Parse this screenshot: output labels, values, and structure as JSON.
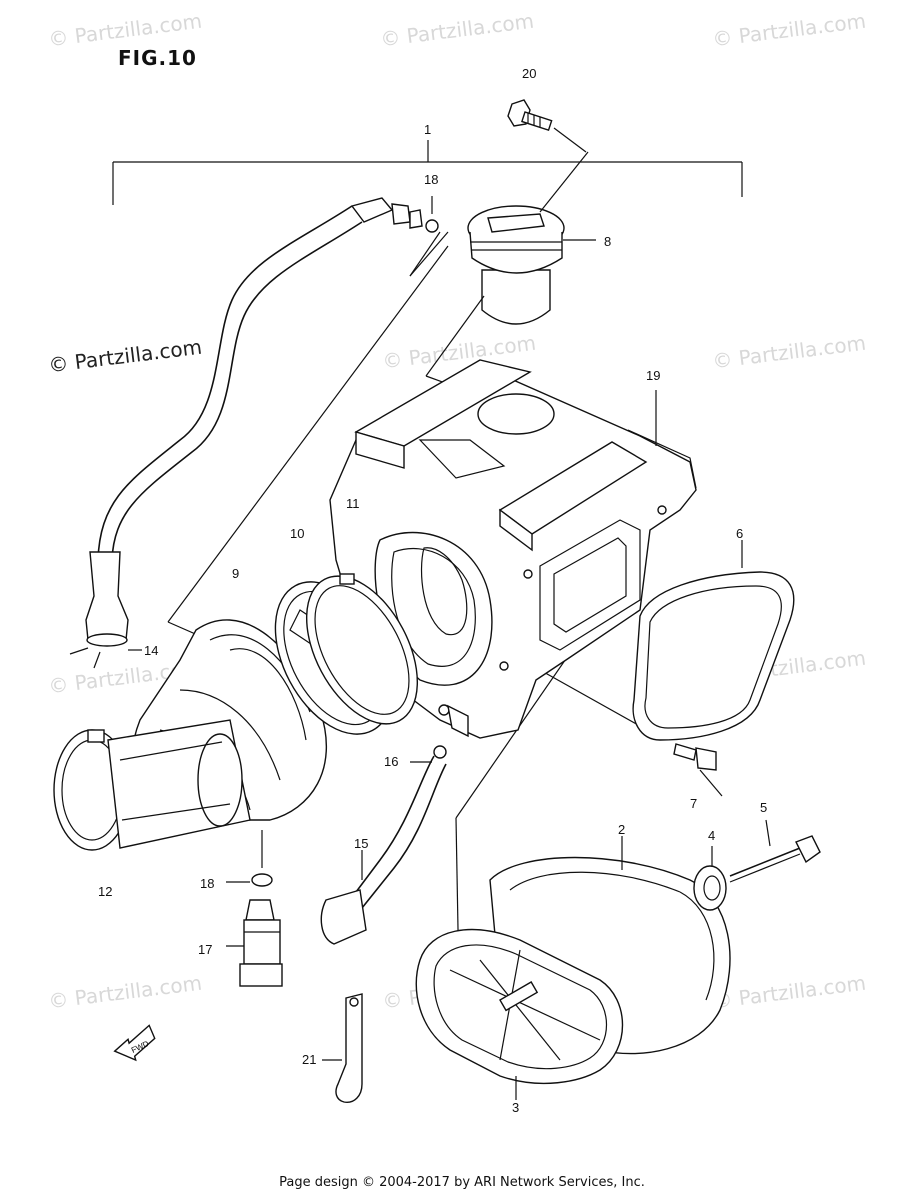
{
  "figure": {
    "title": "FIG.10"
  },
  "watermarks": {
    "text": "© Partzilla.com",
    "dark_text": "© Partzilla.com"
  },
  "callouts": [
    "1",
    "2",
    "3",
    "4",
    "5",
    "6",
    "7",
    "8",
    "9",
    "10",
    "11",
    "12",
    "14",
    "15",
    "16",
    "17",
    "18",
    "18",
    "19",
    "20",
    "21"
  ],
  "fwd_label": "FWD",
  "footer": {
    "text": "Page design © 2004-2017 by ARI Network Services, Inc."
  }
}
